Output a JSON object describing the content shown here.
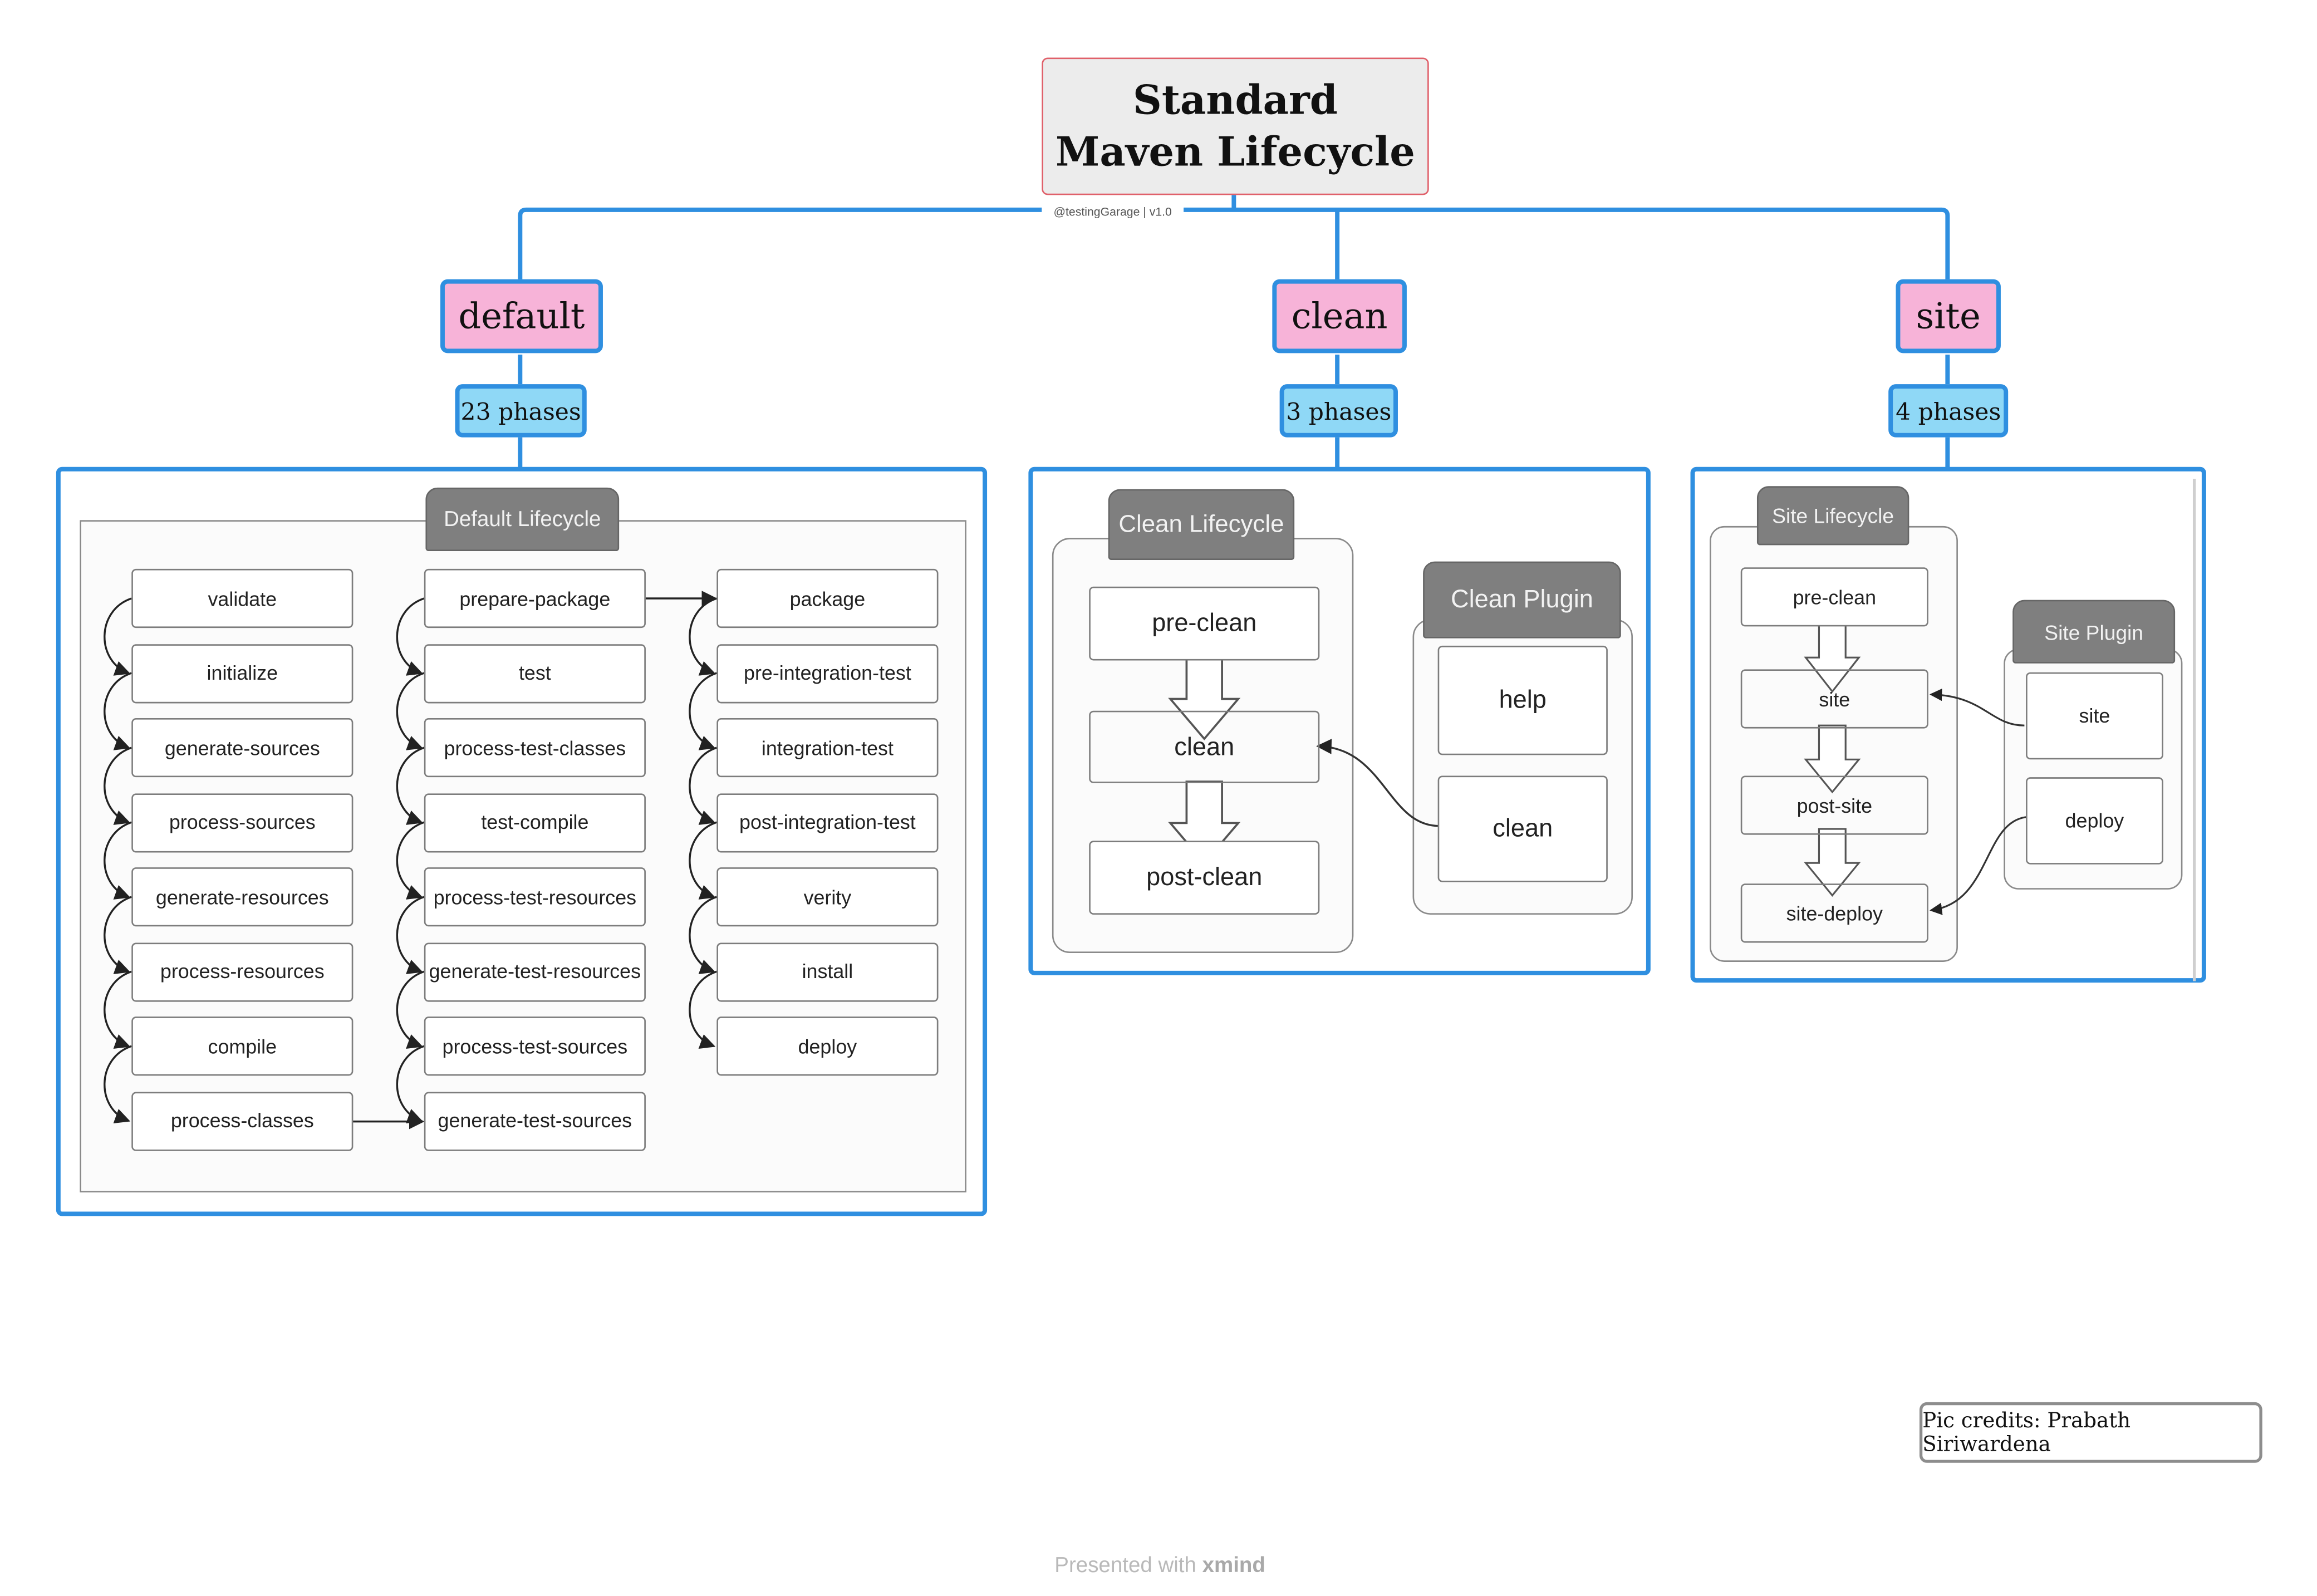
{
  "title": {
    "line1": "Standard",
    "line2": "Maven Lifecycle",
    "tag": "@testingGarage | v1.0"
  },
  "colors": {
    "connector": "#2f8fe0",
    "lifecycle_fill": "#f7b3d8",
    "phases_fill": "#8fd8f6",
    "root_border": "#e0606a"
  },
  "lifecycles": [
    {
      "name": "default",
      "phases": "23 phases"
    },
    {
      "name": "clean",
      "phases": "3 phases"
    },
    {
      "name": "site",
      "phases": "4 phases"
    }
  ],
  "default_diagram": {
    "title": "Default Lifecycle",
    "col1": [
      "validate",
      "initialize",
      "generate-sources",
      "process-sources",
      "generate-resources",
      "process-resources",
      "compile",
      "process-classes"
    ],
    "col2": [
      "prepare-package",
      "test",
      "process-test-classes",
      "test-compile",
      "process-test-resources",
      "generate-test-resources",
      "process-test-sources",
      "generate-test-sources"
    ],
    "col3": [
      "package",
      "pre-integration-test",
      "integration-test",
      "post-integration-test",
      "verity",
      "install",
      "deploy"
    ]
  },
  "clean_diagram": {
    "lifecycle_title": "Clean Lifecycle",
    "phases": [
      "pre-clean",
      "clean",
      "post-clean"
    ],
    "plugin_title": "Clean Plugin",
    "goals": [
      "help",
      "clean"
    ]
  },
  "site_diagram": {
    "lifecycle_title": "Site Lifecycle",
    "phases": [
      "pre-clean",
      "site",
      "post-site",
      "site-deploy"
    ],
    "plugin_title": "Site Plugin",
    "goals": [
      "site",
      "deploy"
    ]
  },
  "credits": "Pic credits: Prabath Siriwardena",
  "footer": {
    "prefix": "Presented with",
    "brand": "xmind"
  }
}
